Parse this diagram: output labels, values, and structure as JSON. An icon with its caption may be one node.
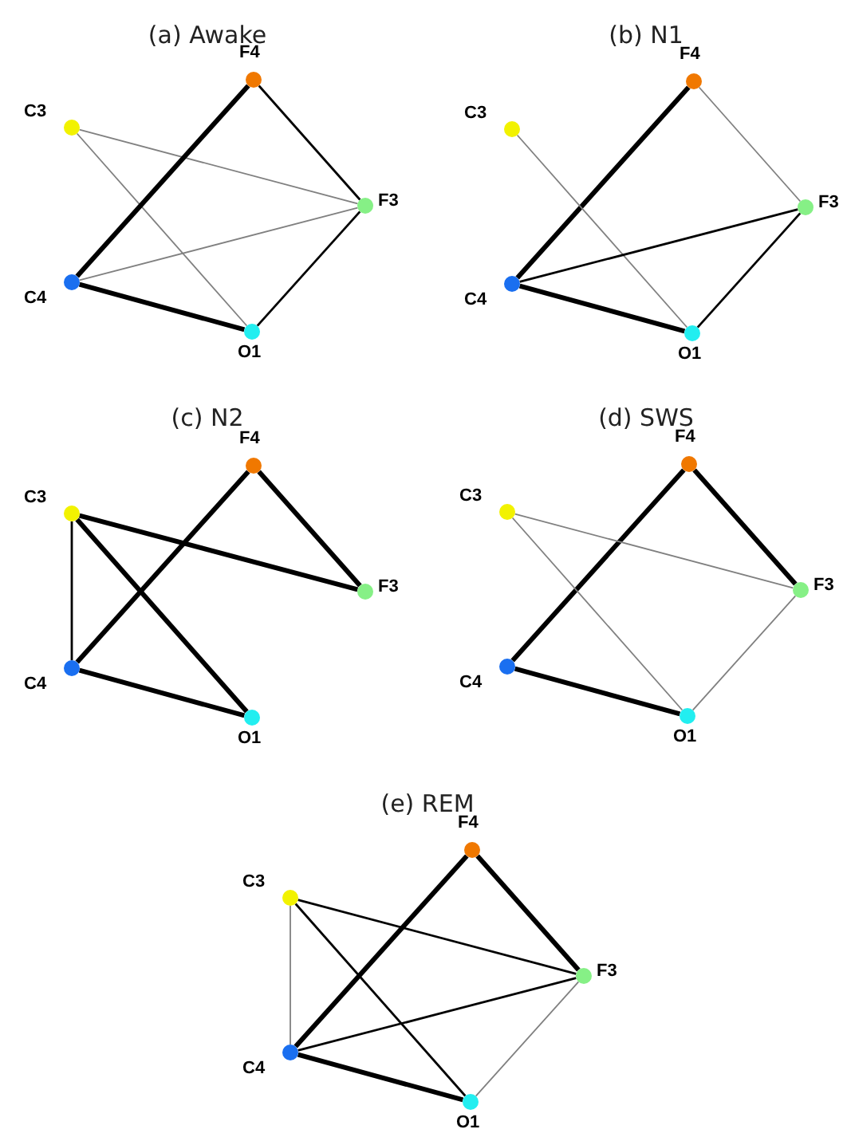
{
  "diagram": {
    "nodes": [
      {
        "text": [
          "F4"
        ]
      },
      {
        "text": [
          "C3"
        ]
      },
      {
        "text": [
          "F3"
        ]
      },
      {
        "text": [
          "C4"
        ]
      },
      {
        "text": [
          "O1"
        ]
      },
      {
        "text": [
          "F4"
        ]
      },
      {
        "text": [
          "C3"
        ]
      },
      {
        "text": [
          "F3"
        ]
      },
      {
        "text": [
          "C4"
        ]
      },
      {
        "text": [
          "O1"
        ]
      },
      {
        "text": [
          "F4"
        ]
      },
      {
        "text": [
          "C3"
        ]
      },
      {
        "text": [
          "F3"
        ]
      },
      {
        "text": [
          "C4"
        ]
      },
      {
        "text": [
          "O1"
        ]
      },
      {
        "text": [
          "F4"
        ]
      },
      {
        "text": [
          "C3"
        ]
      },
      {
        "text": [
          "F3"
        ]
      },
      {
        "text": [
          "C4"
        ]
      },
      {
        "text": [
          "O1"
        ]
      },
      {
        "text": [
          "F4"
        ]
      },
      {
        "text": [
          "C3"
        ]
      },
      {
        "text": [
          "F3"
        ]
      },
      {
        "text": [
          "C4"
        ]
      },
      {
        "text": [
          "O1"
        ]
      }
    ],
    "edges": [
      {
        "from": 1,
        "to": 2,
        "arrow": "none",
        "color": "#808080"
      },
      {
        "from": 1,
        "to": 4,
        "arrow": "none",
        "color": "#808080"
      },
      {
        "from": 3,
        "to": 2,
        "arrow": "none",
        "color": "#808080"
      },
      {
        "from": 0,
        "to": 3,
        "arrow": "none",
        "style": "thick"
      },
      {
        "from": 0,
        "to": 2,
        "arrow": "none"
      },
      {
        "from": 2,
        "to": 4,
        "arrow": "none"
      },
      {
        "from": 3,
        "to": 4,
        "arrow": "none",
        "style": "thick"
      },
      {
        "from": 5,
        "to": 8,
        "arrow": "none",
        "style": "thick"
      },
      {
        "from": 5,
        "to": 7,
        "arrow": "none",
        "color": "#808080"
      },
      {
        "from": 6,
        "to": 9,
        "arrow": "none",
        "color": "#808080"
      },
      {
        "from": 8,
        "to": 7,
        "arrow": "none"
      },
      {
        "from": 7,
        "to": 9,
        "arrow": "none"
      },
      {
        "from": 8,
        "to": 9,
        "arrow": "none",
        "style": "thick"
      },
      {
        "from": 10,
        "to": 13,
        "arrow": "none",
        "style": "thick"
      },
      {
        "from": 10,
        "to": 12,
        "arrow": "none",
        "style": "thick"
      },
      {
        "from": 11,
        "to": 12,
        "arrow": "none",
        "style": "thick"
      },
      {
        "from": 11,
        "to": 13,
        "arrow": "none"
      },
      {
        "from": 11,
        "to": 14,
        "arrow": "none",
        "style": "thick"
      },
      {
        "from": 13,
        "to": 14,
        "arrow": "none",
        "style": "thick"
      },
      {
        "from": 15,
        "to": 18,
        "arrow": "none",
        "style": "thick"
      },
      {
        "from": 15,
        "to": 17,
        "arrow": "none",
        "style": "thick"
      },
      {
        "from": 16,
        "to": 17,
        "arrow": "none",
        "color": "#808080"
      },
      {
        "from": 16,
        "to": 19,
        "arrow": "none",
        "color": "#808080"
      },
      {
        "from": 17,
        "to": 19,
        "arrow": "none",
        "color": "#808080"
      },
      {
        "from": 18,
        "to": 19,
        "arrow": "none",
        "style": "thick"
      },
      {
        "from": 20,
        "to": 23,
        "arrow": "none",
        "style": "thick"
      },
      {
        "from": 20,
        "to": 22,
        "arrow": "none",
        "style": "thick"
      },
      {
        "from": 21,
        "to": 22,
        "arrow": "none"
      },
      {
        "from": 21,
        "to": 23,
        "arrow": "none",
        "color": "#808080"
      },
      {
        "from": 21,
        "to": 24,
        "arrow": "none"
      },
      {
        "from": 23,
        "to": 22,
        "arrow": "none"
      },
      {
        "from": 22,
        "to": 24,
        "arrow": "none",
        "color": "#808080"
      },
      {
        "from": 23,
        "to": 24,
        "arrow": "none",
        "style": "thick"
      }
    ],
    "labels": [
      "(a) Awake",
      "(b) N1",
      "(c) N2",
      "(d) SWS",
      "(e) REM"
    ]
  }
}
